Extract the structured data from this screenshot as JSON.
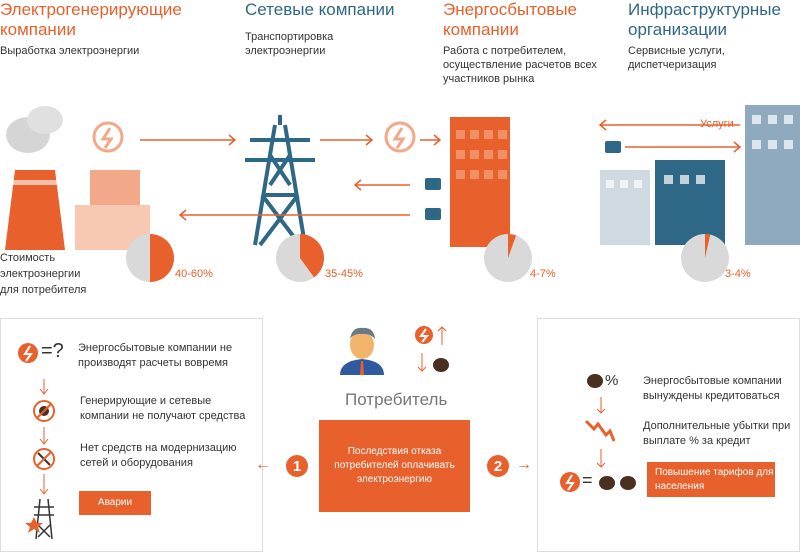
{
  "columns": [
    {
      "title": "Электрогенерирующие компании",
      "desc": "Выработка электроэнергии",
      "share": "40-60%",
      "share_value": 50
    },
    {
      "title": "Сетевые компании",
      "desc": "Транспортировка электроэнергии",
      "share": "35-45%",
      "share_value": 40
    },
    {
      "title": "Энергосбытовые компании",
      "desc": "Работа с потребителем, осуществление расчетов всех участников рынка",
      "share": "4-7%",
      "share_value": 5.5
    },
    {
      "title": "Инфраструктурные организации",
      "desc": "Сервисные услуги, диспетчеризация",
      "share": "3-4%",
      "share_value": 3.5
    }
  ],
  "cost_label": "Стоимость электроэнергии для потребителя",
  "services_label": "Услуги",
  "consumer": {
    "label": "Потребитель",
    "center_box": "Последствия отказа потребителей оплачивать электроэнергию",
    "step1": "1",
    "step2": "2"
  },
  "left_panel": {
    "items": [
      "Энергосбытовые компании не производят расчеты вовремя",
      "Генерирующие и сетевые компании не получают средства",
      "Нет средств на модернизацию сетей и оборудования"
    ],
    "button": "Аварии",
    "eq": "=?"
  },
  "right_panel": {
    "items": [
      "Энергосбытовые компании вынуждены кредитоваться",
      "Дополнительные убытки при выплате % за кредит"
    ],
    "button": "Повышение тарифов для населения",
    "percent": "%",
    "eq": "="
  },
  "colors": {
    "orange": "#e8602c",
    "blue": "#2f6887",
    "gray": "#d9d9d9"
  }
}
